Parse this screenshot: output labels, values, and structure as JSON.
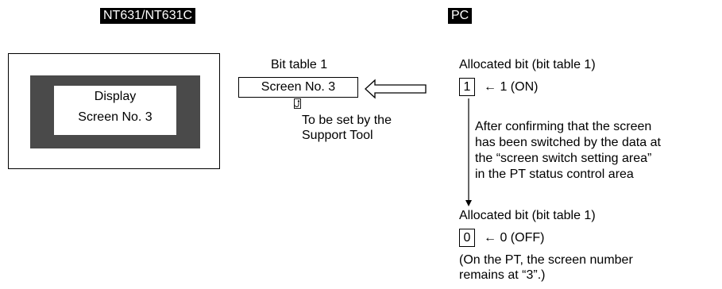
{
  "pt": {
    "model_label": "NT631/NT631C",
    "display_line1": "Display",
    "display_line2": "Screen No. 3"
  },
  "bit_table": {
    "title": "Bit table 1",
    "value": "Screen No. 3",
    "note_line1": "To be set by the",
    "note_line2": "Support Tool"
  },
  "pc": {
    "label": "PC",
    "allocated_top": "Allocated bit (bit table 1)",
    "value_on": "1",
    "value_on_desc": "← 1 (ON)",
    "confirm_lines": [
      "After confirming that the screen",
      "has been switched by the data at",
      "the “screen switch setting area”",
      "in the PT status control area"
    ],
    "allocated_bottom": "Allocated bit (bit table 1)",
    "value_off": "0",
    "value_off_desc": "← 0 (OFF)",
    "footnote_line1": "(On the PT, the screen number",
    "footnote_line2": "remains at “3”.)"
  }
}
